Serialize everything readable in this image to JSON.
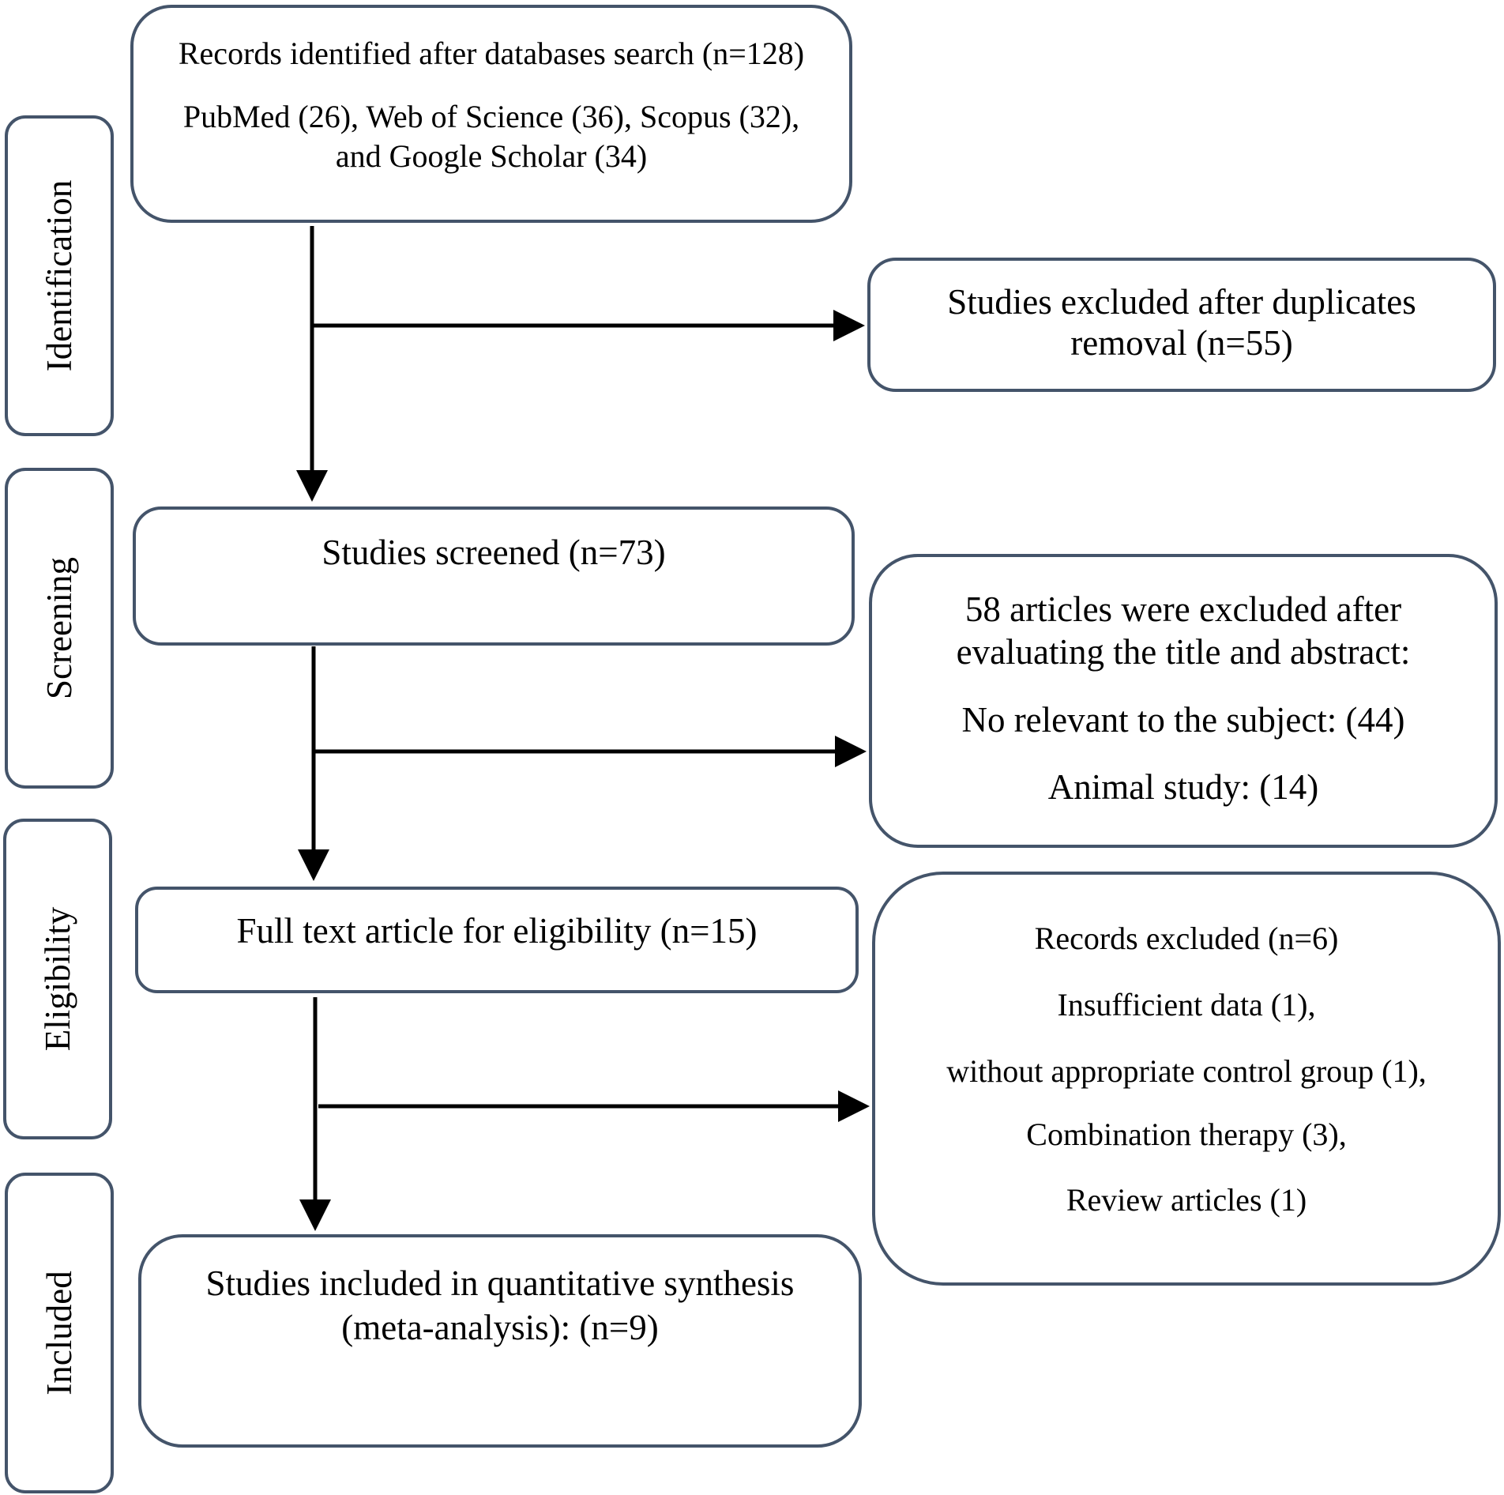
{
  "phases": {
    "identification": "Identification",
    "screening": "Screening",
    "eligibility": "Eligibility",
    "included": "Included"
  },
  "records_identified": {
    "title": "Records identified after databases search (n=128)",
    "sources_line1": "PubMed (26), Web of Science (36), Scopus (32),",
    "sources_line2": "and Google Scholar (34)"
  },
  "duplicates_removed": {
    "line1": "Studies excluded after duplicates",
    "line2": "removal (n=55)"
  },
  "studies_screened": {
    "title": "Studies screened (n=73)"
  },
  "excluded_title_abstract": {
    "line1": "58 articles were excluded after",
    "line2": "evaluating the title and abstract:",
    "reason1": "No relevant to the subject: (44)",
    "reason2": "Animal study: (14)"
  },
  "full_text": {
    "title": "Full text article for eligibility (n=15)"
  },
  "records_excluded": {
    "title": "Records excluded (n=6)",
    "reason1": "Insufficient data (1),",
    "reason2": "without appropriate control group (1),",
    "reason3": "Combination therapy (3),",
    "reason4": "Review articles (1)"
  },
  "included": {
    "line1": "Studies included in quantitative synthesis",
    "line2": "(meta-analysis): (n=9)"
  }
}
